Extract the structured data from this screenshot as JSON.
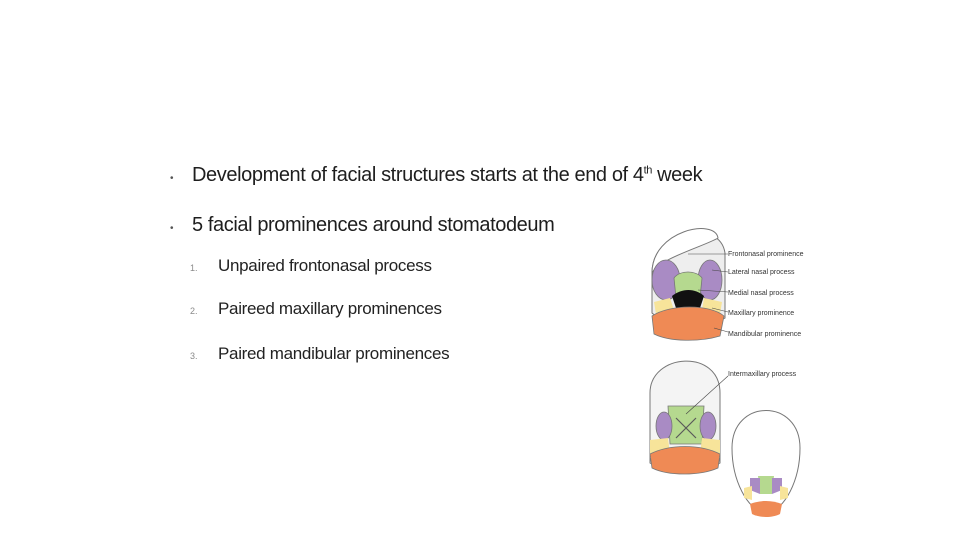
{
  "bullets": [
    {
      "text_before": "Development of facial structures starts at the end of 4",
      "superscript": "th",
      "text_after": " week"
    },
    {
      "text": "5 facial prominences around stomatodeum"
    }
  ],
  "numbered_items": [
    {
      "marker": "1.",
      "text": "Unpaired frontonasal process"
    },
    {
      "marker": "2.",
      "text": "Paireed maxillary prominences"
    },
    {
      "marker": "3.",
      "text": "Paired mandibular prominences"
    }
  ],
  "figure": {
    "labels": {
      "frontonasal": "Frontonasal prominence",
      "lateral_nasal": "Lateral nasal process",
      "medial_nasal": "Medial nasal process",
      "maxillary": "Maxillary prominence",
      "mandibular": "Mandibular prominence",
      "intermaxillary": "Intermaxillary process"
    },
    "colors": {
      "frontonasal": "#ffffff",
      "lateral_nasal": "#a98bc4",
      "medial_nasal": "#b5d98f",
      "maxillary": "#f7e49a",
      "mandibular": "#ef8a55",
      "outline": "#777777"
    }
  }
}
